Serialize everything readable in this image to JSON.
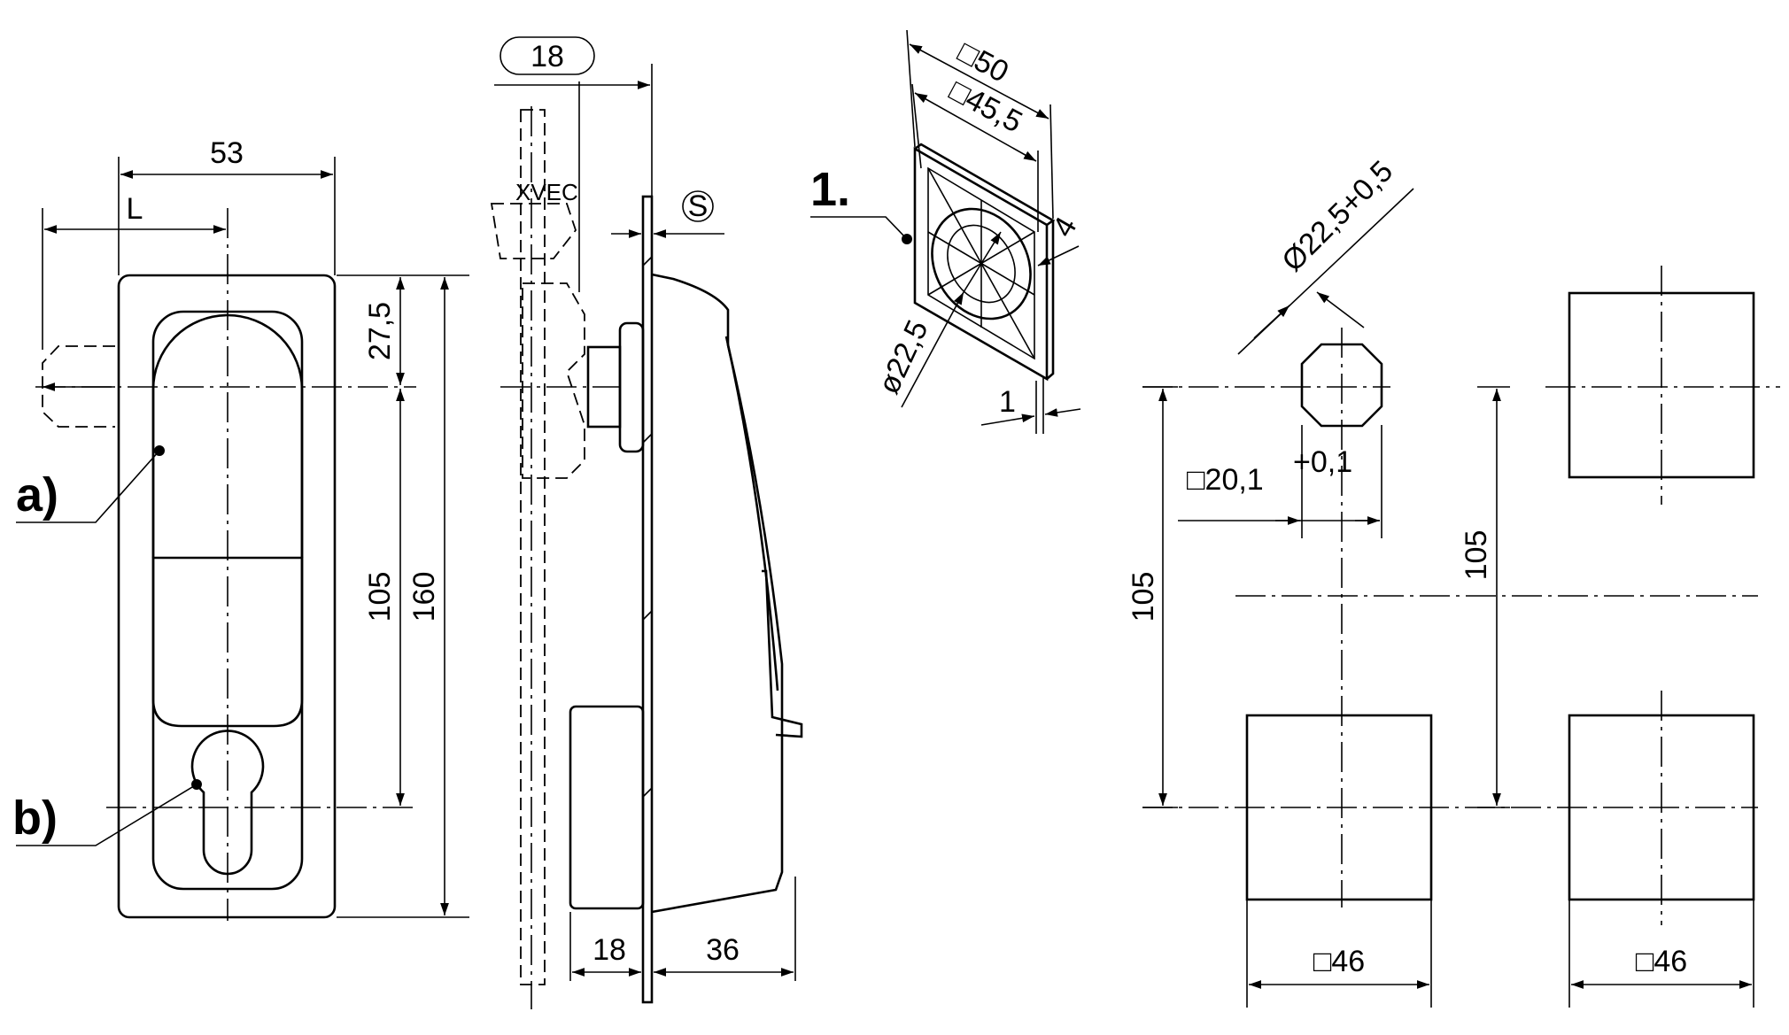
{
  "front_view": {
    "dim_width": "53",
    "dim_offset": "L",
    "dim_top": "27,5",
    "dim_center": "105",
    "dim_total": "160"
  },
  "callouts": {
    "a": "a)",
    "b": "b)",
    "one": "1."
  },
  "side_view": {
    "dim_top_box": "18",
    "symbol_s": "S",
    "dim_bottom_left": "18",
    "dim_bottom_right": "36"
  },
  "gasket": {
    "dim_outer": "□50",
    "dim_inner": "□45,5",
    "dim_thickness": "4",
    "dim_hole": "ø22,5",
    "dim_edge": "1"
  },
  "cutout": {
    "dim_diameter": "Ø22,5+0,5",
    "dim_square": "□20,1",
    "dim_square_tol": "+0,1",
    "dim_left_vertical": "105",
    "dim_right_vertical": "105",
    "dim_square_left": "□46",
    "dim_square_right": "□46"
  }
}
